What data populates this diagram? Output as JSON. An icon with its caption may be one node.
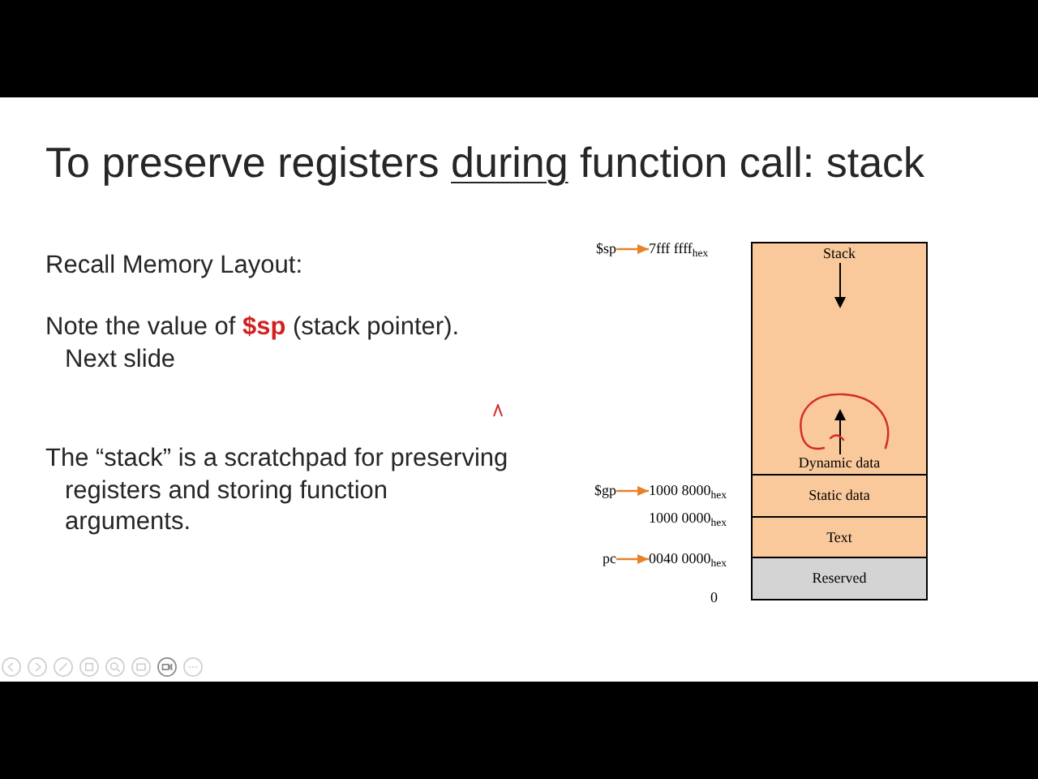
{
  "diagram": {
    "title": "To preserve registers during function call: stack",
    "nodes": [
      {
        "text": [
          "$sp"
        ]
      },
      {
        "text": [
          "7fff ffff$_{hex}$"
        ]
      },
      {
        "text": [
          "$gp"
        ]
      },
      {
        "text": [
          "1000 8000$_{hex}$"
        ]
      },
      {
        "text": [
          "pc"
        ]
      },
      {
        "text": [
          "0040 0000$_{hex}$"
        ]
      },
      {
        "text": [
          "Stack",
          "Dynamic data"
        ]
      },
      {
        "text": [
          "Static data"
        ]
      },
      {
        "text": [
          "Text"
        ]
      },
      {
        "text": [
          "Reserved"
        ]
      }
    ],
    "edges": [
      {
        "from": 0,
        "to": 1,
        "arrow": "to"
      },
      {
        "from": 2,
        "to": 3,
        "arrow": "to"
      },
      {
        "from": 4,
        "to": 5,
        "arrow": "to"
      }
    ],
    "labels": [
      "Recall Memory Layout:",
      "Note the value of **$sp** (stack pointer). Next slide",
      "The “stack” is a scratchpad for preserving registers and storing function arguments.",
      "1000 0000$_{hex}$",
      "0"
    ]
  }
}
